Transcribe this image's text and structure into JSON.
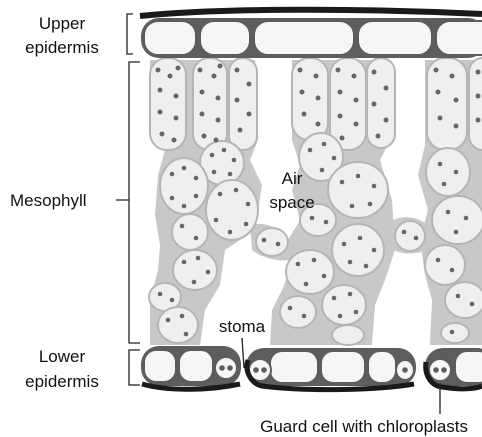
{
  "labels": {
    "upper_epidermis": [
      "Upper",
      "epidermis"
    ],
    "mesophyll": "Mesophyll",
    "air_space": [
      "Air",
      "space"
    ],
    "stoma": "stoma",
    "lower_epidermis": [
      "Lower",
      "epidermis"
    ],
    "guard_cell": "Guard cell with chloroplasts"
  },
  "colors": {
    "cuticle": "#1a1a1a",
    "epidermis_fill": "#f6f6f6",
    "epidermis_edge": "#777777",
    "mesophyll_wall": "#c8c8c8",
    "cell_fill": "#efefef",
    "chloroplast": "#666666",
    "line": "#222222"
  }
}
